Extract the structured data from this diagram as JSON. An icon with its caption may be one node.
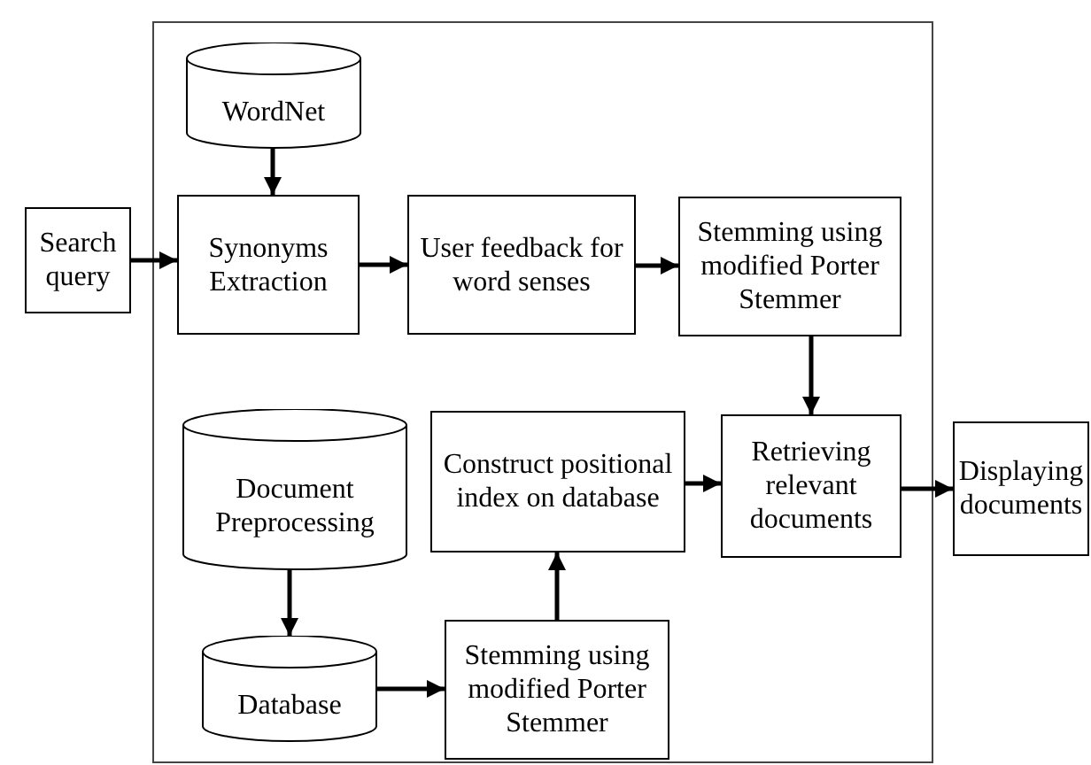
{
  "diagram": {
    "nodes": [
      {
        "text": [
          "Search query"
        ]
      },
      {
        "text": [],
        "shape": "box"
      },
      {
        "text": [
          "WordNet"
        ],
        "in": 1
      },
      {
        "text": [
          "Synonyms Extraction"
        ],
        "in": 1
      },
      {
        "text": [
          "User feedback for word senses"
        ],
        "in": 1
      },
      {
        "text": [
          "Stemming using modified Porter Stemmer"
        ],
        "in": 1
      },
      {
        "text": [
          "Document Preprocessing"
        ],
        "in": 1
      },
      {
        "text": [
          "Construct positional index on database"
        ],
        "in": 1
      },
      {
        "text": [
          "Retrieving relevant documents"
        ],
        "in": 1
      },
      {
        "text": [
          "Displaying documents"
        ]
      },
      {
        "text": [
          "Database"
        ],
        "in": 1
      },
      {
        "text": [
          "Stemming using modified Porter Stemmer"
        ],
        "in": 1
      }
    ],
    "edges": [
      {
        "from": 2,
        "to": 3,
        "arrow": "to"
      },
      {
        "from": 0,
        "to": 3,
        "arrow": "to"
      },
      {
        "from": 3,
        "to": 4,
        "arrow": "to"
      },
      {
        "from": 4,
        "to": 5,
        "arrow": "to"
      },
      {
        "from": 5,
        "to": 8,
        "arrow": "to"
      },
      {
        "from": 6,
        "to": 10,
        "arrow": "to"
      },
      {
        "from": 10,
        "to": 11,
        "arrow": "to"
      },
      {
        "from": 11,
        "to": 7,
        "arrow": "to"
      },
      {
        "from": 7,
        "to": 8,
        "arrow": "to"
      },
      {
        "from": 8,
        "to": 9,
        "arrow": "to"
      }
    ]
  }
}
